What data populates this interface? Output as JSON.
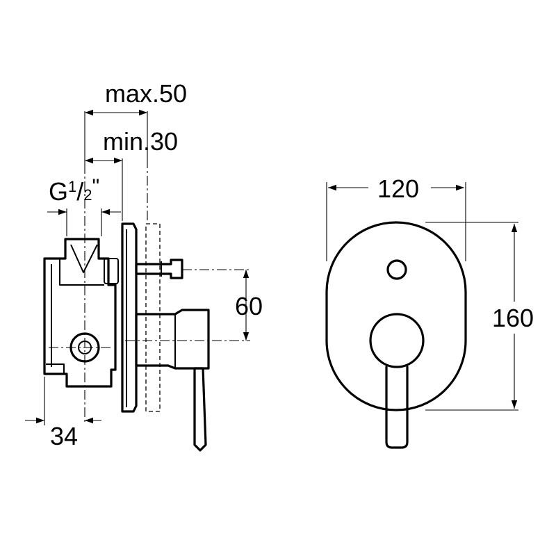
{
  "side_view": {
    "dim_max": "max.50",
    "dim_min": "min.30",
    "thread_main": "G",
    "thread_num": "1",
    "thread_slash": "/",
    "thread_den": "2",
    "thread_unit": "\"",
    "dim_height": "60",
    "dim_offset": "34"
  },
  "front_view": {
    "dim_width": "120",
    "dim_height": "160"
  }
}
